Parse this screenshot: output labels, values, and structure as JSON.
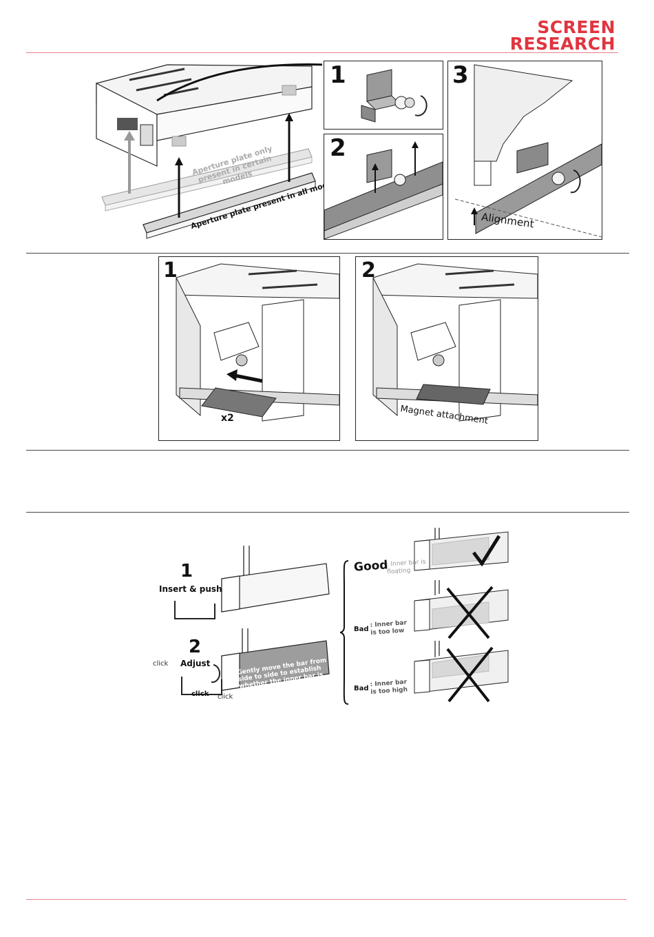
{
  "brand": {
    "line1": "SCREEN",
    "line2": "RESEARCH",
    "color": "#e0353f"
  },
  "section1": {
    "overview": {
      "label_grey": "Aperture plate only present in certain models",
      "label_black": "Aperture plate present in all models"
    },
    "panel1": {
      "step": "1"
    },
    "panel2": {
      "step": "2"
    },
    "panel3": {
      "step": "3",
      "caption": "Alignment"
    }
  },
  "section2": {
    "panel1": {
      "step": "1",
      "caption": "x2"
    },
    "panel2": {
      "step": "2",
      "caption": "Magnet attachment"
    }
  },
  "section4": {
    "step1": {
      "number": "1",
      "caption": "Insert & push"
    },
    "step2": {
      "number": "2",
      "caption": "Adjust",
      "click": "click",
      "note": "Gently move the bar from side to side to establish whether the inner bar is floating free"
    },
    "good": {
      "title": "Good",
      "text": ": Inner bar is floating"
    },
    "bad_low": {
      "title": "Bad",
      "text": ": Inner bar is too low"
    },
    "bad_high": {
      "title": "Bad",
      "text": ": Inner bar is too high"
    }
  }
}
